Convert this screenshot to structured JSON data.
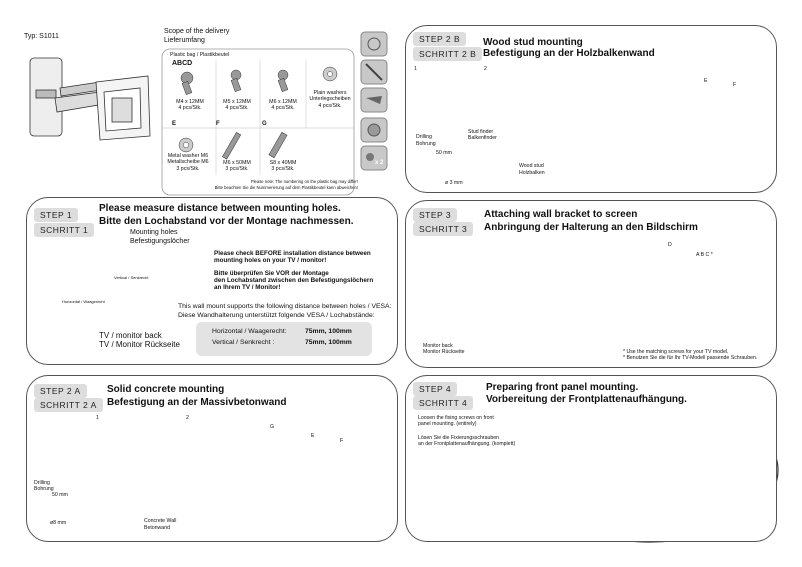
{
  "header": {
    "type_label": "Typ: S1011"
  },
  "scope": {
    "title_en": "Scope of the delivery",
    "title_de": "Lieferumfang",
    "bag_label": "Plastic bag / Plastikbeutel",
    "letters_abcd": "ABCD",
    "items_row1": [
      {
        "name": "M4 x 12MM",
        "qty": "4 pcs/Stk."
      },
      {
        "name": "M5 x 12MM",
        "qty": "4 pcs/Stk."
      },
      {
        "name": "M6 x 12MM",
        "qty": "4 pcs/Stk."
      },
      {
        "name": "Plain washers",
        "name2": "Unterlegscheiben",
        "qty": "4 pcs/Stk."
      }
    ],
    "items_row2": [
      {
        "letter": "E",
        "name": "Metal washer M6",
        "name2": "Metallscheibe M6",
        "qty": "3 pcs/Stk."
      },
      {
        "letter": "F",
        "name": "M6 x 50MM",
        "qty": "3 pcs/Stk."
      },
      {
        "letter": "G",
        "name": "S8 x 40MM",
        "qty": "3 pcs/Stk."
      }
    ],
    "note_en": "Please note: The numbering on the plastic bag may differ!",
    "note_de": "Bitte beachten Sie die Nummerierung auf dem Plastikbeutel kann abweichen!",
    "side_icon_badge": "x 2"
  },
  "step1": {
    "tag_en": "STEP   1",
    "tag_de": "SCHRITT 1",
    "title_en": "Please measure distance between mounting holes.",
    "title_de": "Bitte den Lochabstand vor der Montage nachmessen.",
    "holes_en": "Mounting holes",
    "holes_de": "Befestigungslöcher",
    "warn_en": "Please check BEFORE installation distance between mounting holes on your TV / monitor!",
    "warn_de1": "Bitte überprüfen Sie VOR der Montage",
    "warn_de2": "den Lochabstand zwischen den Befestigungslöchern",
    "warn_de3": "an Ihrem TV / Monitor!",
    "support_en": "This wall mount supports the following distance between holes / VESA:",
    "support_de": "Diese Wandhalterung unterstützt folgende VESA / Lochabstände:",
    "h_label": "Horizontal / Waagerecht:",
    "h_value": "75mm, 100mm",
    "v_label": "Vertical / Senkrecht :",
    "v_value": "75mm, 100mm",
    "tv_back_en": "TV / monitor back",
    "tv_back_de": "TV / Monitor Rückseite",
    "vertical_small": "Vertical / Senkrecht",
    "horizontal_small": "Horizontal / Waagerecht"
  },
  "step2a": {
    "tag_en": "STEP   2 A",
    "tag_de": "SCHRITT 2 A",
    "title_en": "Solid concrete mounting",
    "title_de": "Befestigung an der Massivbetonwand",
    "drill_en": "Drilling",
    "drill_de": "Bohrung",
    "dim1": "50 mm",
    "dim2": "ø8  mm",
    "wall_en": "Concrete Wall",
    "wall_de": "Betonwand",
    "n1": "1",
    "n2": "2",
    "g": "G",
    "e": "E",
    "f": "F"
  },
  "step2b": {
    "tag_en": "STEP  2  B",
    "tag_de": "SCHRITT 2 B",
    "title_en": "Wood stud mounting",
    "title_de": "Befestigung an der Holzbalkenwand",
    "drill_en": "Drilling",
    "drill_de": "Bohrung",
    "dim1": "50 mm",
    "dim2": "ø 3 mm",
    "finder_en": "Stud finder",
    "finder_de": "Balkenfinder",
    "stud_en": "Wood stud",
    "stud_de": "Holzbalken",
    "n1": "1",
    "n2": "2",
    "e": "E",
    "f": "F"
  },
  "step3": {
    "tag_en": "STEP  3",
    "tag_de": "SCHRITT 3",
    "title_en": "Attaching wall bracket to screen",
    "title_de": "Anbringung der Halterung an den Bildschirm",
    "monitor_en": "Monitor back",
    "monitor_de": "Monitor Rückseite",
    "note_en": "* Use the matching screws for your TV model.",
    "note_de": "* Benutzen Sie die für Ihr TV-Modell passende Schrauben.",
    "d": "D",
    "abc": "A B C *"
  },
  "step4": {
    "tag_en": "STEP  4",
    "tag_de": "SCHRITT 4",
    "title_en": "Preparing front panel mounting.",
    "title_de": "Vorbereitung der Frontplattenaufhängung.",
    "loosen_en1": "Loosen the fixing screws on front",
    "loosen_en2": "panel mounting. (entirely)",
    "loosen_de1": "Lösen Sie die Fixierungsschrauben",
    "loosen_de2": "an der Frontplattenaufhängung. (komplett)"
  },
  "colors": {
    "tag_bg": "#dddddd",
    "panel_border": "#555555",
    "warn_triangle": "#222222"
  }
}
